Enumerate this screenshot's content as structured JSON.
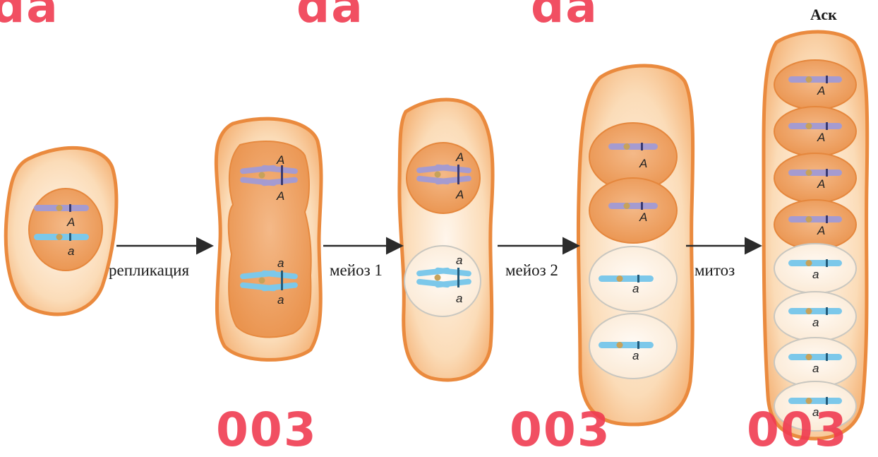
{
  "labels": {
    "step1": "репликация",
    "step2": "мейоз 1",
    "step3": "мейоз 2",
    "step4": "митоз",
    "ascus": "Аск"
  },
  "alleles": {
    "dominant": "A",
    "recessive": "a"
  },
  "watermarks": {
    "top": "da",
    "bottom": "003"
  },
  "colors": {
    "cell_fill": "#fbd6ae",
    "cell_stroke": "#ea8a3e",
    "nucleus_orange": "#f0a264",
    "nucleus_light": "#fdf2e6",
    "chrom_purple": "#a59bd0",
    "chrom_blue": "#7cc8ea",
    "centromere": "#c7a25a",
    "arrow": "#2b2b2b",
    "watermark": "#f03c52"
  }
}
